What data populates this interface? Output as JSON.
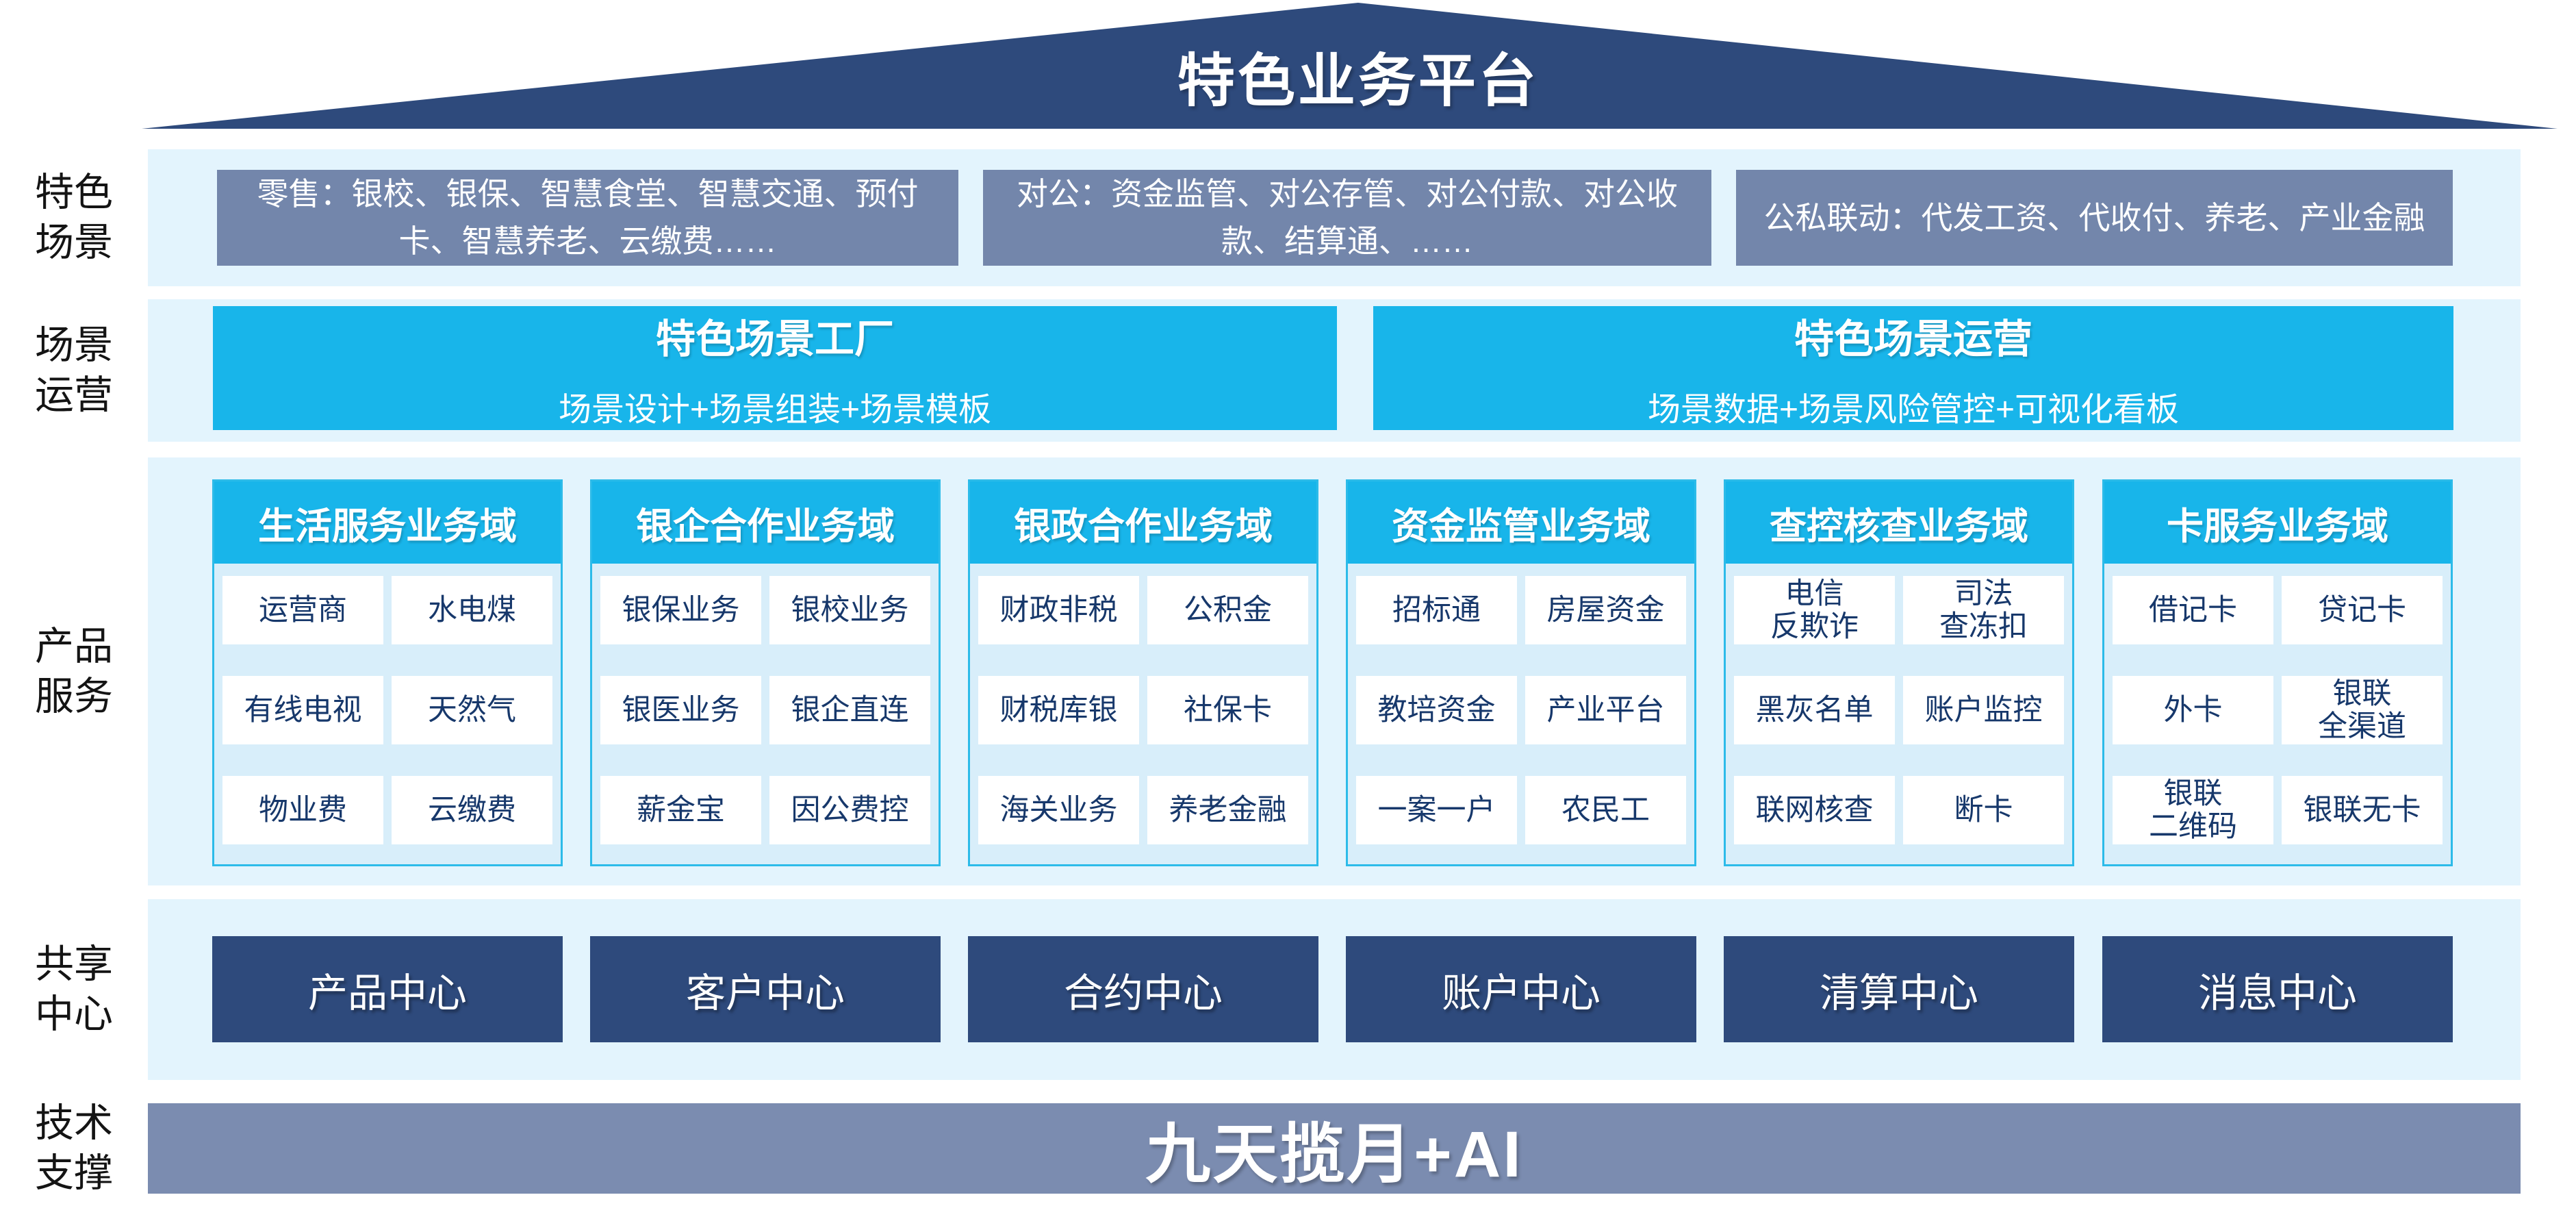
{
  "title": "特色业务平台",
  "side_labels": {
    "scenes": "特色\n场景",
    "operations": "场景\n运营",
    "products": "产品\n服务",
    "centers": "共享\n中心",
    "tech": "技术\n支撑"
  },
  "scene_row": {
    "retail": "零售：银校、银保、智慧食堂、智慧交通、预付卡、智慧养老、云缴费……",
    "corporate": "对公：资金监管、对公存管、对公付款、对公收款、结算通、……",
    "linkage": "公私联动：代发工资、代收付、养老、产业金融"
  },
  "ops_row": {
    "factory": {
      "title": "特色场景工厂",
      "subtitle": "场景设计+场景组装+场景模板"
    },
    "operation": {
      "title": "特色场景运营",
      "subtitle": "场景数据+场景风险管控+可视化看板"
    }
  },
  "product_columns": [
    {
      "header": "生活服务业务域",
      "cells": [
        "运营商",
        "水电煤",
        "有线电视",
        "天然气",
        "物业费",
        "云缴费"
      ]
    },
    {
      "header": "银企合作业务域",
      "cells": [
        "银保业务",
        "银校业务",
        "银医业务",
        "银企直连",
        "薪金宝",
        "因公费控"
      ]
    },
    {
      "header": "银政合作业务域",
      "cells": [
        "财政非税",
        "公积金",
        "财税库银",
        "社保卡",
        "海关业务",
        "养老金融"
      ]
    },
    {
      "header": "资金监管业务域",
      "cells": [
        "招标通",
        "房屋资金",
        "教培资金",
        "产业平台",
        "一案一户",
        "农民工"
      ]
    },
    {
      "header": "查控核查业务域",
      "cells": [
        "电信\n反欺诈",
        "司法\n查冻扣",
        "黑灰名单",
        "账户监控",
        "联网核查",
        "断卡"
      ]
    },
    {
      "header": "卡服务业务域",
      "cells": [
        "借记卡",
        "贷记卡",
        "外卡",
        "银联\n全渠道",
        "银联\n二维码",
        "银联无卡"
      ]
    }
  ],
  "centers_row": [
    "产品中心",
    "客户中心",
    "合约中心",
    "账户中心",
    "清算中心",
    "消息中心"
  ],
  "tech_bar": "九天揽月+AI",
  "colors": {
    "navy": "#2e4a7c",
    "steel_blue": "#7386ab",
    "tech_bar_blue": "#7b8cb0",
    "cyan": "#18b5ea",
    "cyan_border": "#2cbbe9",
    "band_light_blue": "#e3f4fd",
    "column_body_blue": "#d8eefa",
    "cell_text_navy": "#17386b",
    "white": "#ffffff"
  }
}
